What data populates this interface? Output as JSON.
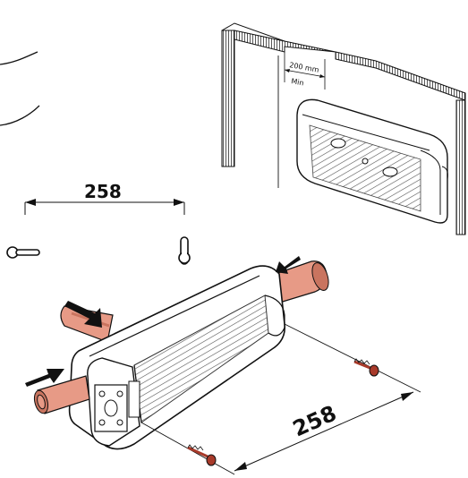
{
  "diagram": {
    "labels": {
      "top_dimension": "258",
      "bottom_dimension": "258",
      "clearance_value": "200 mm",
      "clearance_note": "Min"
    },
    "colors": {
      "pipe": "#e79a86",
      "pipe_dark": "#c9745f",
      "screw": "#a83a2a",
      "line": "#111111",
      "fin": "#555555"
    },
    "icons": [
      "keyhole-slot-icon",
      "keyhole-slot-horizontal-icon",
      "flow-arrow-icon",
      "wood-screw-icon"
    ]
  }
}
